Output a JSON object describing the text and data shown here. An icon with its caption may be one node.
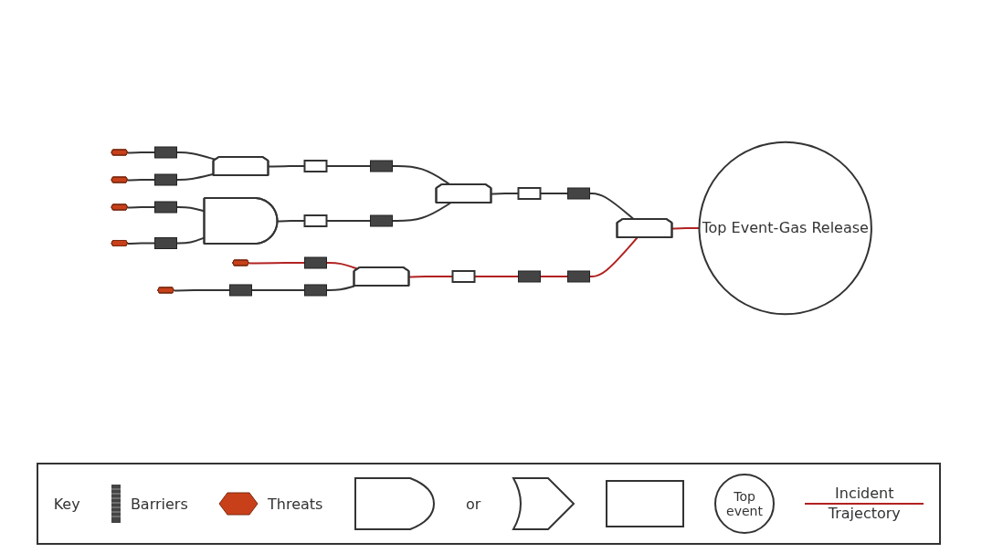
{
  "diagram": {
    "nodes": [
      {
        "text": [],
        "shape": "hexagon"
      },
      {
        "text": [],
        "shape": "hexagon"
      },
      {
        "text": [],
        "shape": "bar"
      },
      {
        "text": [],
        "shape": "bar"
      },
      {
        "text": [],
        "shape": "gate"
      },
      {
        "text": [],
        "shape": "box"
      },
      {
        "text": [],
        "shape": "bar"
      },
      {
        "text": [],
        "shape": "gate"
      },
      {
        "text": [],
        "shape": "box"
      },
      {
        "text": [],
        "shape": "bar"
      },
      {
        "text": [],
        "shape": "hexagon"
      },
      {
        "text": [],
        "shape": "hexagon"
      },
      {
        "text": [],
        "shape": "bar"
      },
      {
        "text": [],
        "shape": "bar"
      },
      {
        "text": [],
        "shape": "gate"
      },
      {
        "text": [],
        "shape": "box"
      },
      {
        "text": [],
        "shape": "bar"
      },
      {
        "text": [],
        "shape": "gate"
      },
      {
        "text": [
          "Top Event-Gas Release"
        ]
      },
      {
        "text": [],
        "shape": "hexagon"
      },
      {
        "text": [],
        "shape": "hexagon"
      },
      {
        "text": [],
        "shape": "bar"
      },
      {
        "text": [],
        "shape": "bar"
      },
      {
        "text": [],
        "shape": "bar"
      },
      {
        "text": [],
        "shape": "gate"
      },
      {
        "text": [],
        "shape": "box"
      },
      {
        "text": [],
        "shape": "bar"
      },
      {
        "text": [],
        "shape": "bar"
      }
    ],
    "edges": [
      {
        "from": 0,
        "to": 2,
        "arrow": "none"
      },
      {
        "from": 2,
        "to": 4,
        "arrow": "none"
      },
      {
        "from": 1,
        "to": 3,
        "arrow": "none"
      },
      {
        "from": 3,
        "to": 4,
        "arrow": "none"
      },
      {
        "from": 4,
        "to": 5,
        "arrow": "none"
      },
      {
        "from": 5,
        "to": 6,
        "arrow": "none"
      },
      {
        "from": 6,
        "to": 7,
        "arrow": "none"
      },
      {
        "from": 10,
        "to": 12,
        "arrow": "none"
      },
      {
        "from": 12,
        "to": 14,
        "arrow": "none"
      },
      {
        "from": 11,
        "to": 13,
        "arrow": "none"
      },
      {
        "from": 13,
        "to": 14,
        "arrow": "none"
      },
      {
        "from": 14,
        "to": 15,
        "arrow": "none"
      },
      {
        "from": 15,
        "to": 16,
        "arrow": "none"
      },
      {
        "from": 16,
        "to": 7,
        "arrow": "none"
      },
      {
        "from": 7,
        "to": 8,
        "arrow": "none"
      },
      {
        "from": 8,
        "to": 9,
        "arrow": "none"
      },
      {
        "from": 9,
        "to": 17,
        "arrow": "none"
      },
      {
        "from": 17,
        "to": 18,
        "arrow": "none",
        "color": "#b22222"
      },
      {
        "from": 19,
        "to": 21,
        "arrow": "none",
        "color": "#b22222"
      },
      {
        "from": 21,
        "to": 24,
        "arrow": "none",
        "color": "#b22222"
      },
      {
        "from": 20,
        "to": 22,
        "arrow": "none"
      },
      {
        "from": 22,
        "to": 23,
        "arrow": "none"
      },
      {
        "from": 23,
        "to": 24,
        "arrow": "none"
      },
      {
        "from": 24,
        "to": 25,
        "arrow": "none",
        "color": "#b22222"
      },
      {
        "from": 25,
        "to": 26,
        "arrow": "none",
        "color": "#b22222"
      },
      {
        "from": 26,
        "to": 27,
        "arrow": "none",
        "color": "#b22222"
      },
      {
        "from": 27,
        "to": 17,
        "arrow": "none",
        "color": "#b22222"
      }
    ],
    "labels": [
      "Key",
      "or"
    ],
    "legend": [
      {
        "text": "Barriers"
      },
      {
        "text": "Threats",
        "color": "#c8401a"
      },
      {
        "text": "Top event"
      },
      {
        "text": "Incident Trajectory"
      }
    ]
  }
}
